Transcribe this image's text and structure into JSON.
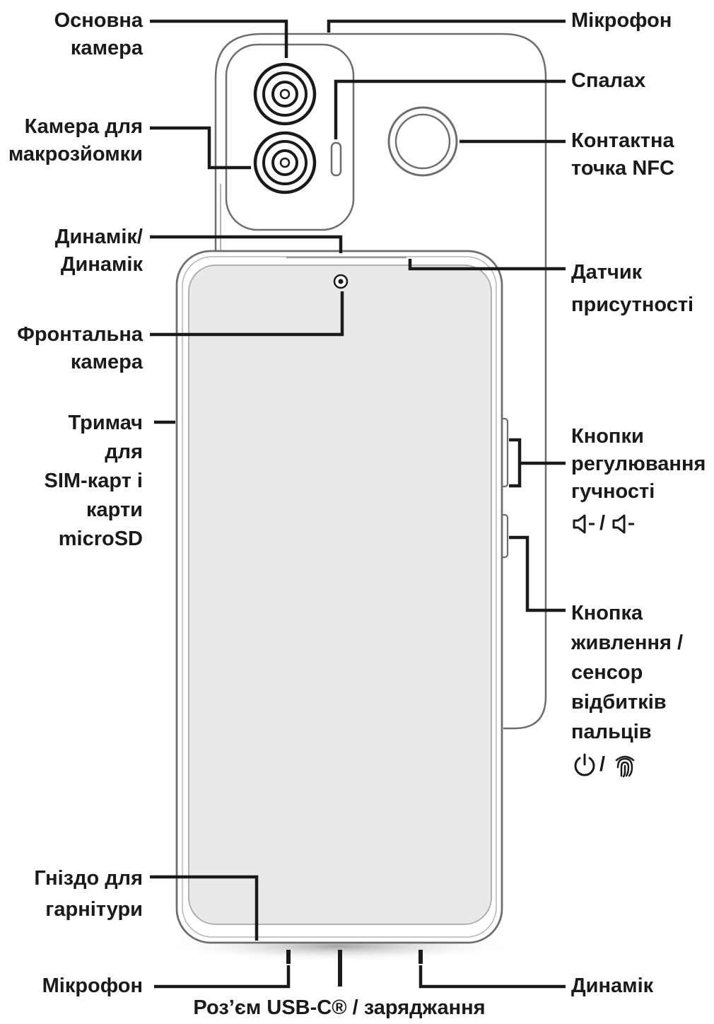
{
  "labels": {
    "main_camera": [
      "Основна",
      "камера"
    ],
    "macro_camera": [
      "Камера для",
      "макрозйомки"
    ],
    "earpiece": [
      "Динамік/",
      "Динамік"
    ],
    "front_camera": [
      "Фронтальна",
      "камера"
    ],
    "sim_tray": [
      "Тримач",
      "для",
      "SIM-карт і",
      "карти",
      "microSD"
    ],
    "headset_jack": [
      "Гніздо для",
      "гарнітури"
    ],
    "bottom_mic": "Мікрофон",
    "usb_port": "Роз’єм USB-C® / заряджання",
    "top_mic": "Мікрофон",
    "flash": "Спалах",
    "nfc": [
      "Контактна",
      "точка NFC"
    ],
    "proximity": [
      "Датчик",
      "присутності"
    ],
    "volume": [
      "Кнопки",
      "регулювання",
      "гучності"
    ],
    "volume_icons_sep": "/",
    "power": [
      "Кнопка",
      "живлення /",
      "сенсор",
      "відбитків",
      "пальців"
    ],
    "power_icons_sep": "/",
    "bottom_speaker": "Динамік"
  },
  "icons": {
    "volume_down": "volume-down-icon",
    "volume_up": "volume-up-icon",
    "power": "power-icon",
    "fingerprint": "fingerprint-icon"
  },
  "colors": {
    "line": "#1a1a1a",
    "outline": "#6e6e6e",
    "screen": "#e9e9e9"
  }
}
